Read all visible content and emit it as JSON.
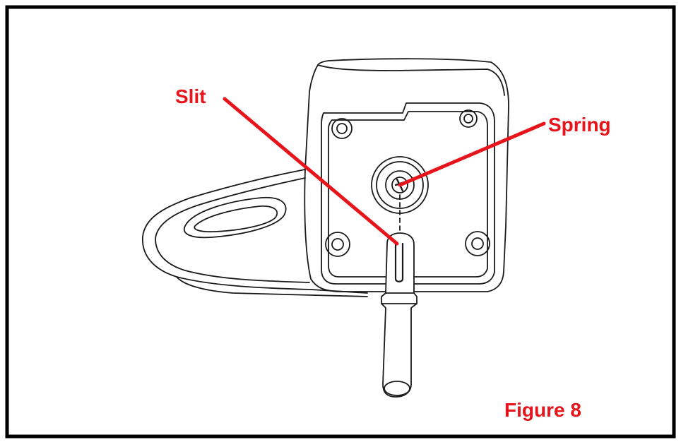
{
  "labels": {
    "slit": "Slit",
    "spring": "Spring",
    "figure": "Figure 8"
  },
  "colors": {
    "callout": "#e8141b",
    "line_art": "#1a1a1a",
    "border": "#000000",
    "background": "#ffffff"
  }
}
